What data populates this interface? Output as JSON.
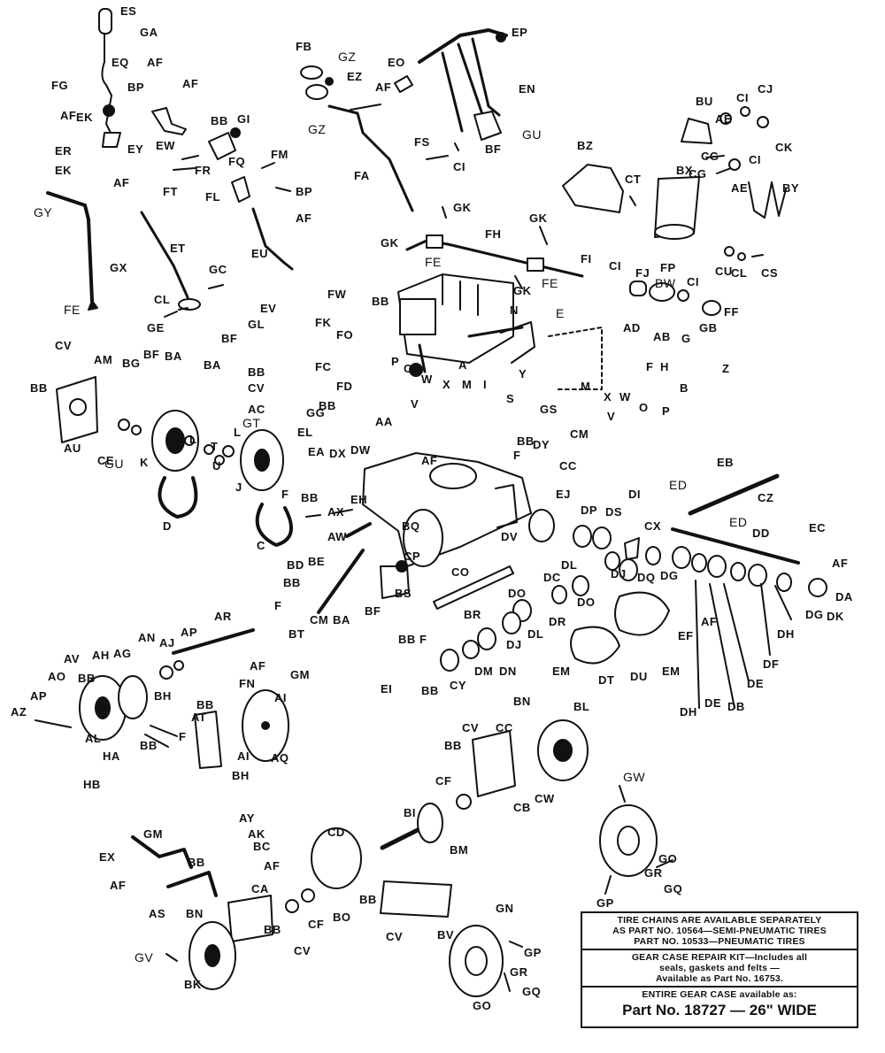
{
  "diagram": {
    "labels": [
      "ES",
      "GA",
      "EQ",
      "AF",
      "FG",
      "BP",
      "AF",
      "AF",
      "EK",
      "EW",
      "ER",
      "EY",
      "EK",
      "BB",
      "GI",
      "FQ",
      "FR",
      "FT",
      "AF",
      "FM",
      "FL",
      "BP",
      "GY",
      "AF",
      "GX",
      "ET",
      "EU",
      "GC",
      "CL",
      "GE",
      "FE",
      "FB",
      "GZ",
      "EZ",
      "EO",
      "AF",
      "EP",
      "EN",
      "GZ",
      "GU",
      "FS",
      "CI",
      "BF",
      "FA",
      "GK",
      "BU",
      "CI",
      "CJ",
      "AE",
      "CG",
      "CK",
      "CI",
      "CG",
      "AE",
      "BY",
      "BZ",
      "BX",
      "CT",
      "GK",
      "GK",
      "FH",
      "FE",
      "FE",
      "GK",
      "FI",
      "CI",
      "FJ",
      "FP",
      "BW",
      "CU",
      "CL",
      "CS",
      "CI",
      "FF",
      "GB",
      "BB",
      "N",
      "E",
      "AD",
      "AB",
      "G",
      "F",
      "H",
      "Z",
      "P",
      "O",
      "W",
      "X",
      "M",
      "A",
      "I",
      "Y",
      "V",
      "M",
      "X",
      "W",
      "O",
      "P",
      "B",
      "V",
      "FW",
      "EV",
      "FK",
      "GL",
      "FO",
      "BF",
      "BA",
      "FC",
      "FD",
      "BB",
      "CV",
      "GG",
      "BB",
      "AC",
      "CV",
      "AM",
      "BG",
      "BF",
      "BA",
      "BB",
      "AU",
      "CE",
      "GU",
      "K",
      "L",
      "T",
      "U",
      "L",
      "GT",
      "J",
      "D",
      "EL",
      "EA",
      "DX",
      "DW",
      "F",
      "BB",
      "AA",
      "S",
      "GS",
      "BB",
      "DY",
      "CM",
      "F",
      "CC",
      "EJ",
      "AF",
      "AX",
      "EH",
      "AW",
      "BD",
      "BE",
      "C",
      "BQ",
      "EB",
      "ED",
      "CZ",
      "ED",
      "DD",
      "EC",
      "AF",
      "DP",
      "DS",
      "DI",
      "CX",
      "DV",
      "CP",
      "CO",
      "DL",
      "DJ",
      "DQ",
      "DG",
      "DC",
      "DO",
      "DO",
      "DR",
      "DL",
      "DJ",
      "DM",
      "DN",
      "CY",
      "EM",
      "DT",
      "DU",
      "EM",
      "AF",
      "EF",
      "DA",
      "DK",
      "DG",
      "DH",
      "DF",
      "DE",
      "DB",
      "DE",
      "DH",
      "BB",
      "F",
      "CM",
      "BA",
      "BF",
      "BS",
      "BT",
      "BR",
      "BB",
      "F",
      "EI",
      "BB",
      "AR",
      "AP",
      "AN",
      "AJ",
      "AG",
      "AH",
      "AV",
      "AO",
      "BB",
      "AP",
      "AZ",
      "AL",
      "HA",
      "HB",
      "BH",
      "AF",
      "FN",
      "GM",
      "BB",
      "AT",
      "BB",
      "F",
      "AI",
      "AI",
      "AQ",
      "BH",
      "BN",
      "BL",
      "CV",
      "CC",
      "BB",
      "CF",
      "CB",
      "CW",
      "BI",
      "BM",
      "GW",
      "GO",
      "GR",
      "GQ",
      "GP",
      "AY",
      "AK",
      "GM",
      "BC",
      "EX",
      "BB",
      "AF",
      "AF",
      "AS",
      "CD",
      "CA",
      "CF",
      "BO",
      "BN",
      "BB",
      "CV",
      "GV",
      "BK",
      "BB",
      "CV",
      "BV",
      "GN",
      "GP",
      "GR",
      "GQ",
      "GO"
    ]
  },
  "info_box": {
    "chains_line1": "TIRE CHAINS ARE AVAILABLE SEPARATELY",
    "chains_line2": "AS PART NO. 10564—SEMI-PNEUMATIC TIRES",
    "chains_line3": "PART NO. 10533—PNEUMATIC TIRES",
    "kit_line1": "GEAR CASE REPAIR KIT—Includes all",
    "kit_line2": "seals, gaskets and felts —",
    "kit_line3": "Available as Part No.      16753.",
    "gear_case_line": "ENTIRE GEAR CASE available as:",
    "gear_case_part": "Part No. 18727 — 26\" WIDE"
  }
}
